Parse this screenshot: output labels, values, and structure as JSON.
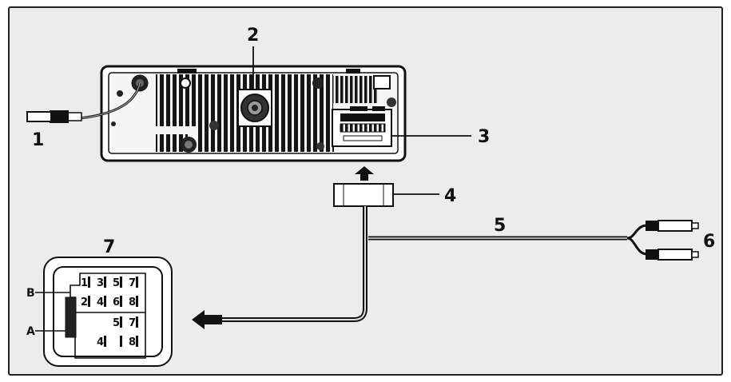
{
  "callouts": {
    "c1": "1",
    "c2": "2",
    "c3": "3",
    "c4": "4",
    "c5": "5",
    "c6": "6",
    "c7": "7"
  },
  "connector": {
    "side_a": "A",
    "side_b": "B",
    "row1": [
      "1",
      "3",
      "5",
      "7"
    ],
    "row2": [
      "2",
      "4",
      "6",
      "8"
    ],
    "row3": [
      "5",
      "7"
    ],
    "row4": [
      "4",
      "8"
    ]
  }
}
